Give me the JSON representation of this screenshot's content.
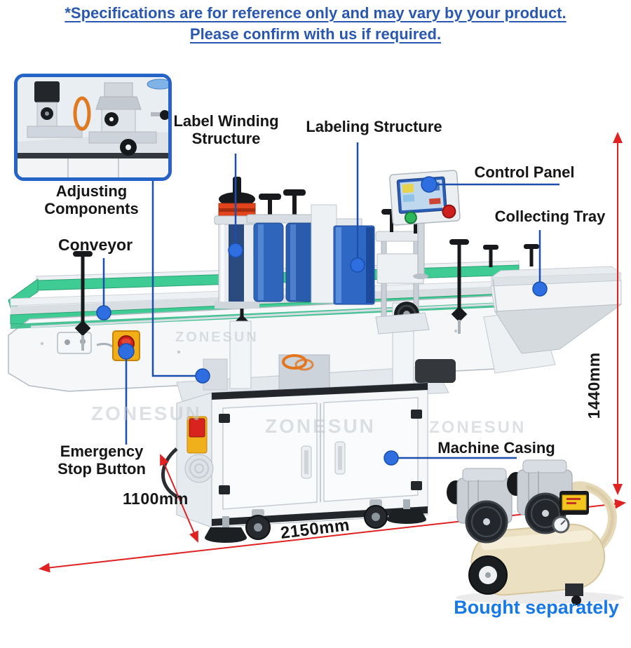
{
  "disclaimer": {
    "line1": "*Specifications are for reference only and may vary by your product.",
    "line2": "Please confirm with us if required."
  },
  "annotations": {
    "adjusting_components": {
      "line1": "Adjusting",
      "line2": "Components"
    },
    "label_winding": {
      "line1": "Label Winding",
      "line2": "Structure"
    },
    "labeling_structure": "Labeling Structure",
    "control_panel": "Control Panel",
    "collecting_tray": "Collecting Tray",
    "conveyor": "Conveyor",
    "emergency_stop": {
      "line1": "Emergency",
      "line2": "Stop Button"
    },
    "machine_casing": "Machine Casing"
  },
  "dimensions": {
    "height": "1440mm",
    "depth": "1100mm",
    "length": "2150mm"
  },
  "footnote": {
    "bought_separately": "Bought separately"
  },
  "watermark": "ZONESUN",
  "colors": {
    "disclaimer_blue": "#2a57b0",
    "callout_line_blue": "#1d4fae",
    "callout_dot_blue": "#2e6ee0",
    "dimension_red": "#e02222",
    "bought_separately_blue": "#1778e8",
    "rail_green": "#3fcc94",
    "label_roll_blue": "#2f66bc",
    "emergency_yellow": "#f2ae16",
    "emergency_red": "#cf2318",
    "compressor_cream": "#ece0c2",
    "machine_white": "#f5f7f9"
  }
}
